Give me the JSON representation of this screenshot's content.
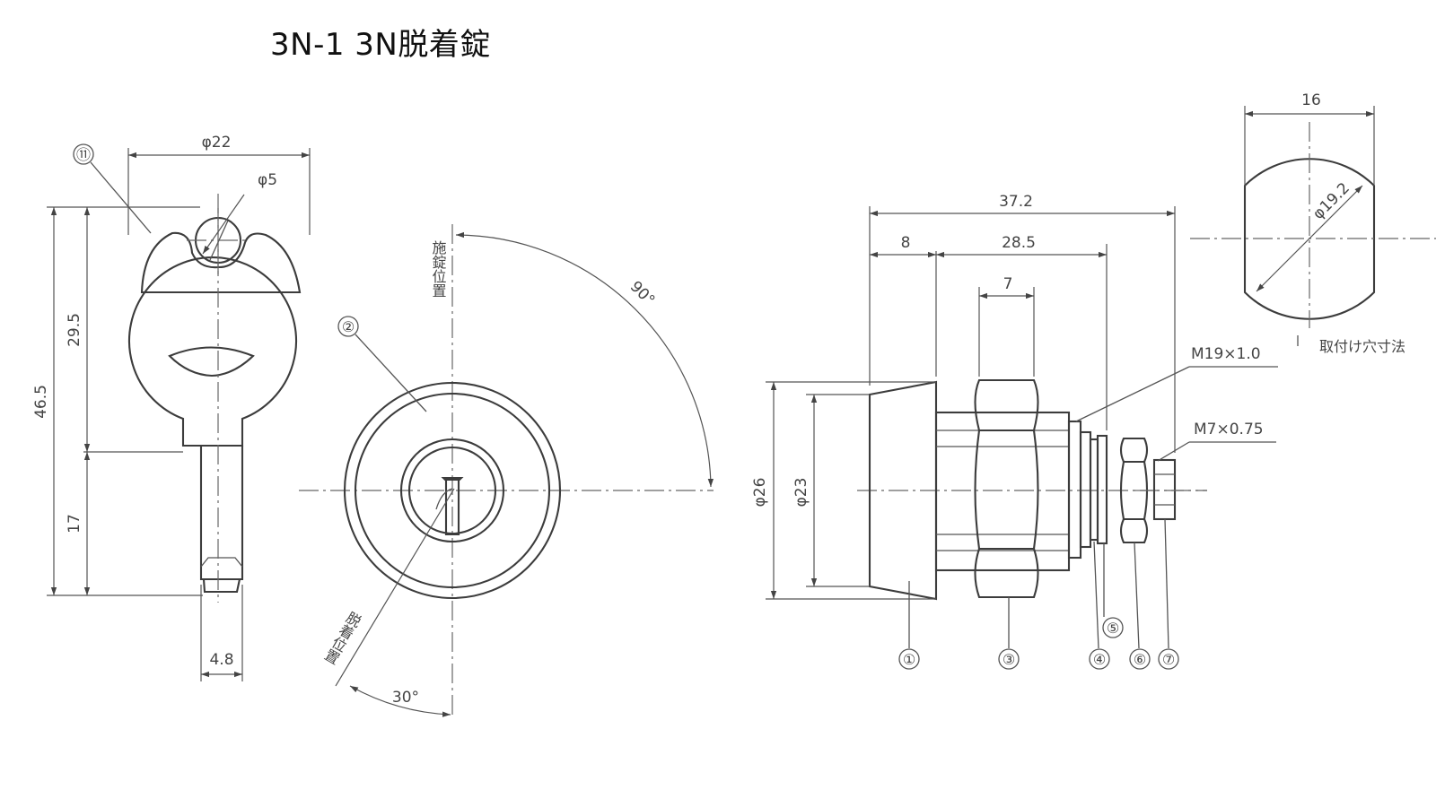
{
  "title": "3N-1 3N脱着錠",
  "key_view": {
    "dimensions": {
      "head_diameter": "φ22",
      "hole_diameter": "φ5",
      "total_length": "46.5",
      "head_length": "29.5",
      "blade_length": "17",
      "blade_width": "4.8"
    },
    "part_number": "⑪"
  },
  "front_view": {
    "lock_position_label": "施錠位置",
    "unlock_position_label": "脱着位置",
    "rotation_angle": "90°",
    "detach_angle": "30°",
    "part_number": "②"
  },
  "side_view": {
    "dimensions": {
      "overall_length": "37.2",
      "flange_length": "8",
      "body_length": "28.5",
      "nut_width": "7",
      "flange_diameter": "φ26",
      "body_diameter": "φ23"
    },
    "thread_main": "M19×1.0",
    "thread_end": "M7×0.75",
    "part_numbers": [
      "①",
      "③",
      "④",
      "⑤",
      "⑥",
      "⑦"
    ]
  },
  "mounting_hole": {
    "label": "取付け穴寸法",
    "width": "16",
    "diameter": "φ19.2"
  }
}
